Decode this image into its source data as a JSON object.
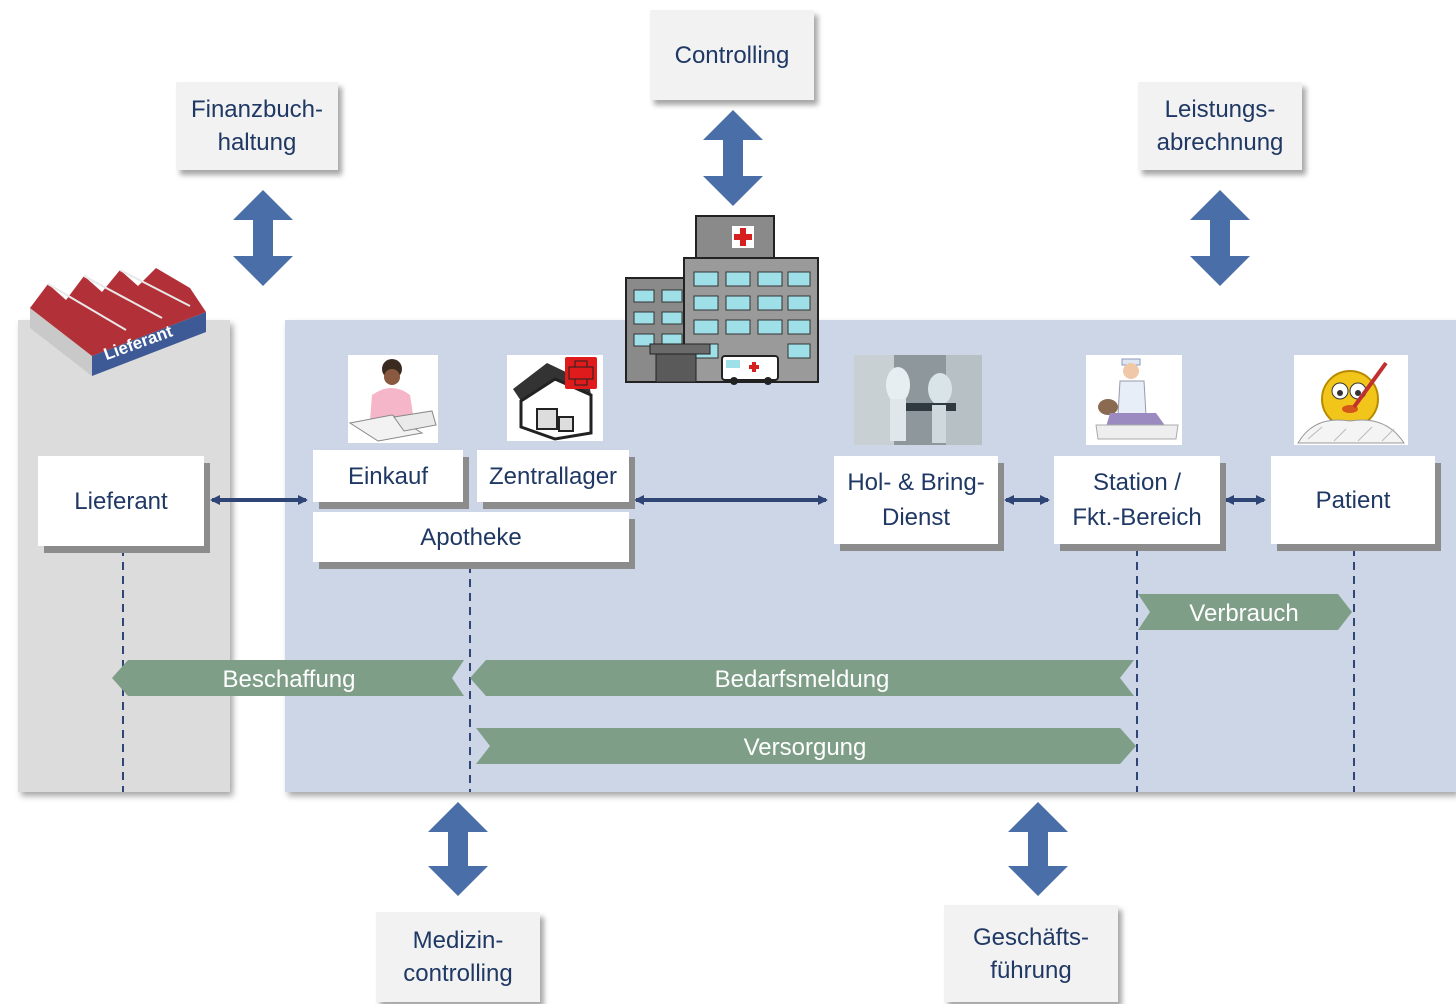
{
  "external": {
    "finanzbuchhaltung": "Finanzbuch-\nhaltung",
    "controlling": "Controlling",
    "leistungsabrechnung": "Leistungs-\nabrechnung",
    "medizincontrolling": "Medizin-\ncontrolling",
    "geschaeftsfuehrung": "Geschäfts-\nführung"
  },
  "logo": {
    "lieferant_roof_label": "Lieferant"
  },
  "nodes": {
    "lieferant": "Lieferant",
    "einkauf": "Einkauf",
    "zentrallager": "Zentrallager",
    "apotheke": "Apotheke",
    "hol_bring": "Hol- & Bring-\nDienst",
    "station": "Station /\nFkt.-Bereich",
    "patient": "Patient"
  },
  "flows": {
    "verbrauch": "Verbrauch",
    "beschaffung": "Beschaffung",
    "bedarfsmeldung": "Bedarfsmeldung",
    "versorgung": "Versorgung"
  },
  "colors": {
    "zone_blue": "#cdd6e6",
    "zone_grey": "#dcdcdc",
    "arrow_blue": "#4a6ea8",
    "band_green": "#7e9e88",
    "connector": "#2e4576",
    "text": "#1f3864"
  }
}
